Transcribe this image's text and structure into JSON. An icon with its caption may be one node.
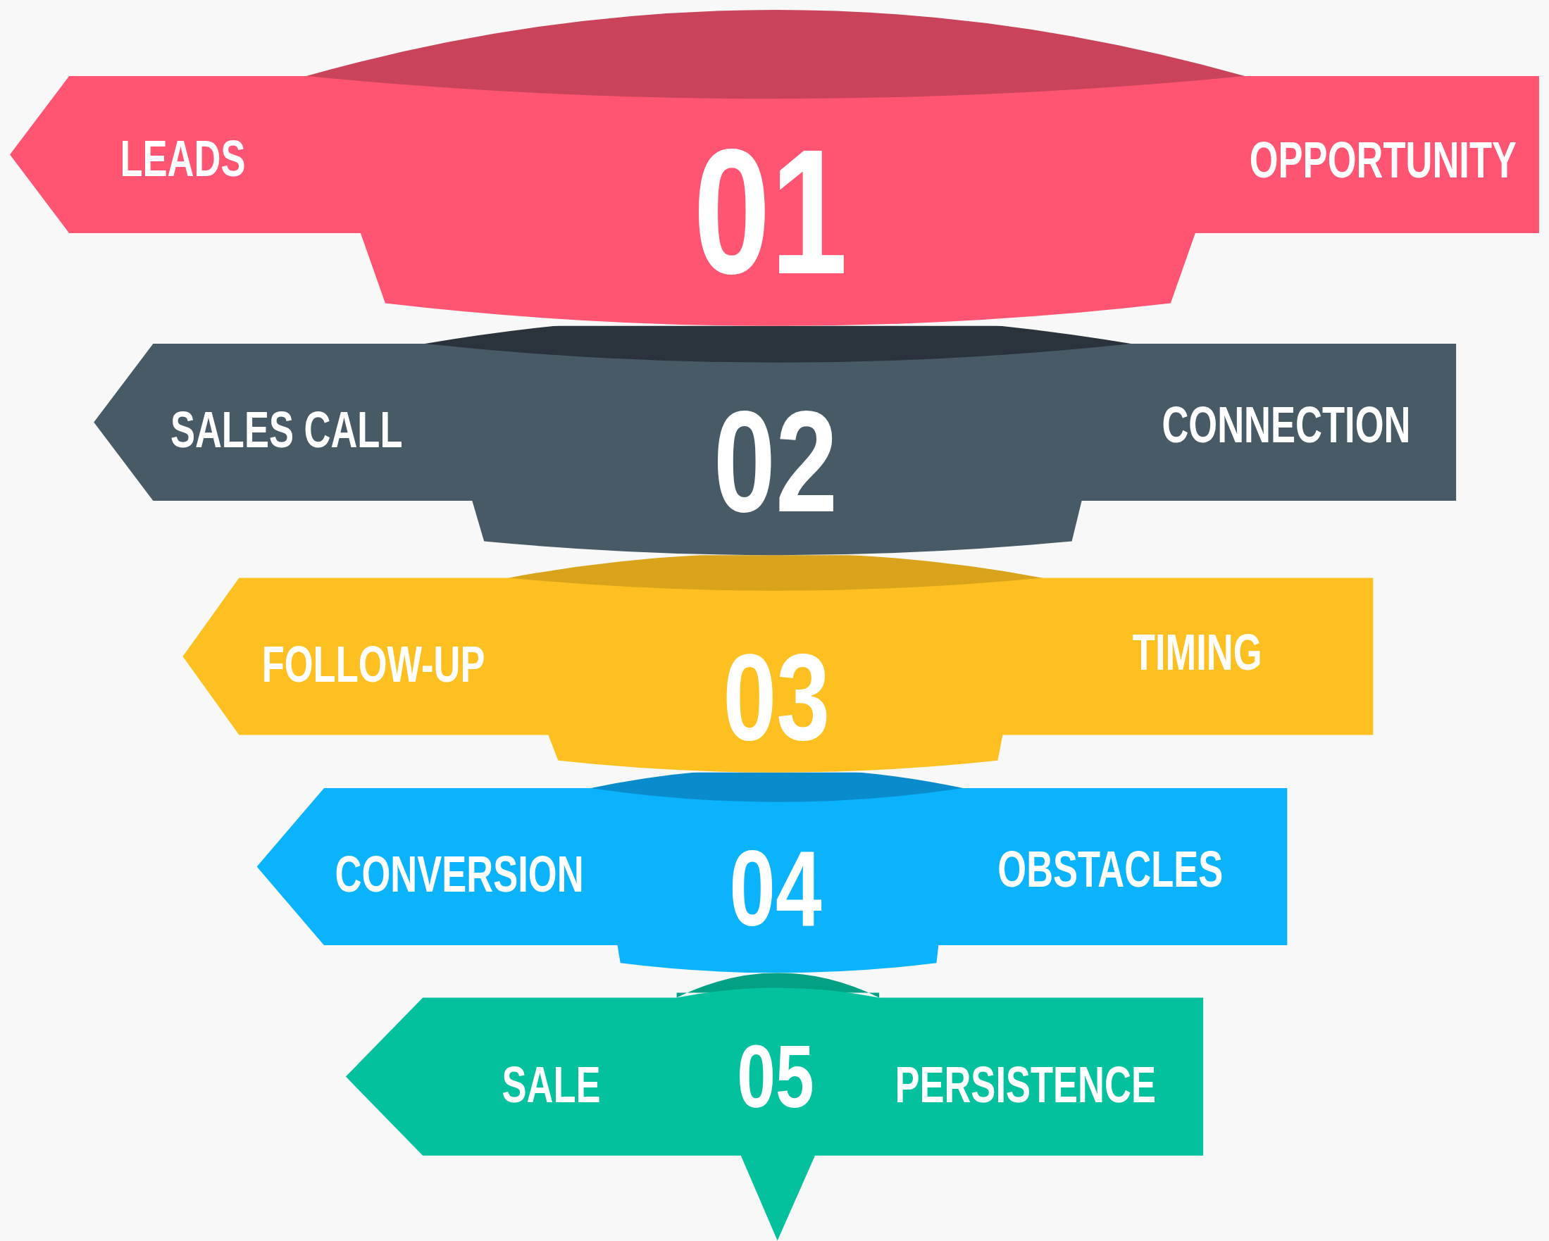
{
  "diagram": {
    "nodes": [
      {
        "text": [
          "LEADS",
          "01",
          "OPPORTUNITY"
        ]
      },
      {
        "text": [
          "SALES CALL",
          "02",
          "CONNECTION"
        ]
      },
      {
        "text": [
          "FOLLOW-UP",
          "03",
          "TIMING"
        ]
      },
      {
        "text": [
          "CONVERSION",
          "04",
          "OBSTACLES"
        ]
      },
      {
        "text": [
          "SALE",
          "05",
          "PERSISTENCE"
        ]
      }
    ]
  }
}
